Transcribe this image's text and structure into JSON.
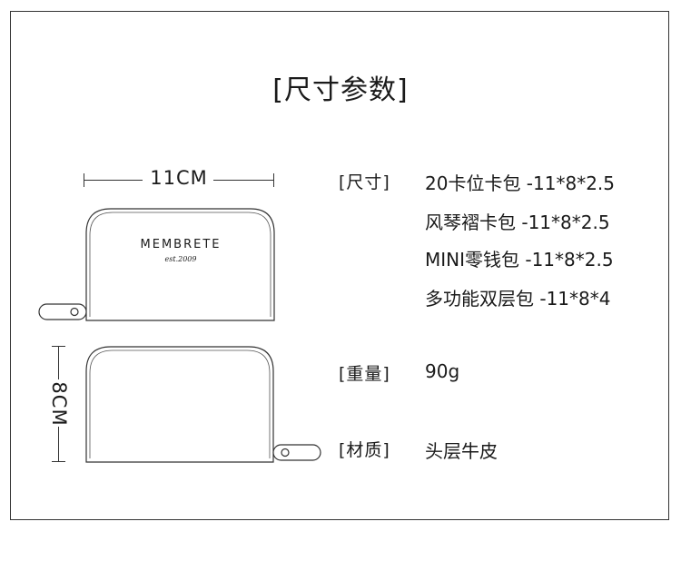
{
  "title": "[尺寸参数]",
  "dimensions": {
    "width_label": "11CM",
    "height_label": "8CM"
  },
  "wallet": {
    "brand": "MEMBRETE",
    "brand_sub": "est.2009"
  },
  "specs": {
    "size_label": "[尺寸]",
    "size_items": [
      "20卡位卡包 -11*8*2.5",
      "风琴褶卡包 -11*8*2.5",
      "MINI零钱包 -11*8*2.5",
      "多功能双层包 -11*8*4"
    ],
    "weight_label": "[重量]",
    "weight_value": "90g",
    "material_label": "[材质]",
    "material_value": "头层牛皮"
  }
}
